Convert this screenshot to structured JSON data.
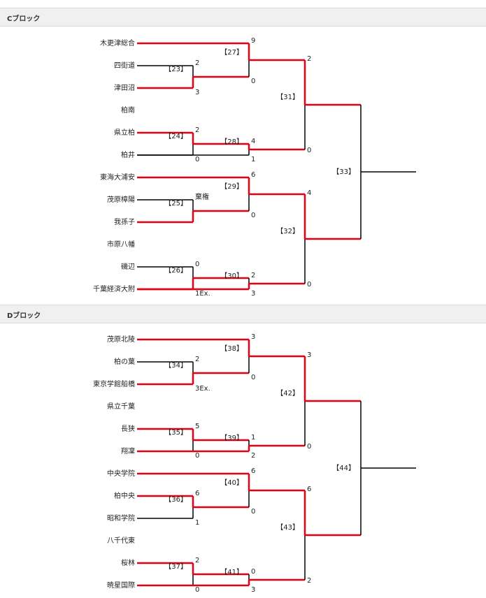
{
  "blocks": [
    {
      "title": "Cブロック",
      "teams": [
        "木更津総合",
        "四街道",
        "津田沼",
        "柏南",
        "県立柏",
        "柏井",
        "東海大浦安",
        "茂原樟陽",
        "我孫子",
        "市原八幡",
        "磯辺",
        "千葉経済大附"
      ],
      "matches": {
        "r1a": {
          "no": "【23】",
          "top": "2",
          "bot": "3",
          "winner": "bot"
        },
        "r1b": {
          "no": "【24】",
          "top": "2",
          "bot": "0",
          "winner": "top"
        },
        "r1c": {
          "no": "【25】",
          "top": "棄権",
          "bot": "",
          "winner": "bot"
        },
        "r1d": {
          "no": "【26】",
          "top": "0",
          "bot": "1Ex.",
          "winner": "bot"
        },
        "r2a": {
          "no": "【27】",
          "top": "9",
          "bot": "0",
          "winner": "top"
        },
        "r2b": {
          "no": "【28】",
          "top": "4",
          "bot": "1",
          "winner": "top"
        },
        "r2c": {
          "no": "【29】",
          "top": "6",
          "bot": "0",
          "winner": "top"
        },
        "r2d": {
          "no": "【30】",
          "top": "2",
          "bot": "3",
          "winner": "bot"
        },
        "r3a": {
          "no": "【31】",
          "top": "2",
          "bot": "0",
          "winner": "top"
        },
        "r3b": {
          "no": "【32】",
          "top": "4",
          "bot": "0",
          "winner": "top"
        },
        "r4": {
          "no": "【33】",
          "top": "",
          "bot": "",
          "winner": "none"
        }
      }
    },
    {
      "title": "Dブロック",
      "teams": [
        "茂原北陵",
        "柏の葉",
        "東京学館船橋",
        "県立千葉",
        "長狭",
        "翔凜",
        "中央学院",
        "柏中央",
        "昭和学院",
        "八千代東",
        "桜林",
        "暁星国際"
      ],
      "matches": {
        "r1a": {
          "no": "【34】",
          "top": "2",
          "bot": "3Ex.",
          "winner": "bot"
        },
        "r1b": {
          "no": "【35】",
          "top": "5",
          "bot": "0",
          "winner": "top"
        },
        "r1c": {
          "no": "【36】",
          "top": "6",
          "bot": "1",
          "winner": "top"
        },
        "r1d": {
          "no": "【37】",
          "top": "2",
          "bot": "0",
          "winner": "top"
        },
        "r2a": {
          "no": "【38】",
          "top": "3",
          "bot": "0",
          "winner": "top"
        },
        "r2b": {
          "no": "【39】",
          "top": "1",
          "bot": "2",
          "winner": "bot"
        },
        "r2c": {
          "no": "【40】",
          "top": "6",
          "bot": "0",
          "winner": "top"
        },
        "r2d": {
          "no": "【41】",
          "top": "0",
          "bot": "3",
          "winner": "bot"
        },
        "r3a": {
          "no": "【42】",
          "top": "3",
          "bot": "0",
          "winner": "top"
        },
        "r3b": {
          "no": "【43】",
          "top": "6",
          "bot": "2",
          "winner": "top"
        },
        "r4": {
          "no": "【44】",
          "top": "",
          "bot": "",
          "winner": "none"
        }
      }
    }
  ],
  "colors": {
    "win": "#e60012",
    "lose": "#000000"
  }
}
